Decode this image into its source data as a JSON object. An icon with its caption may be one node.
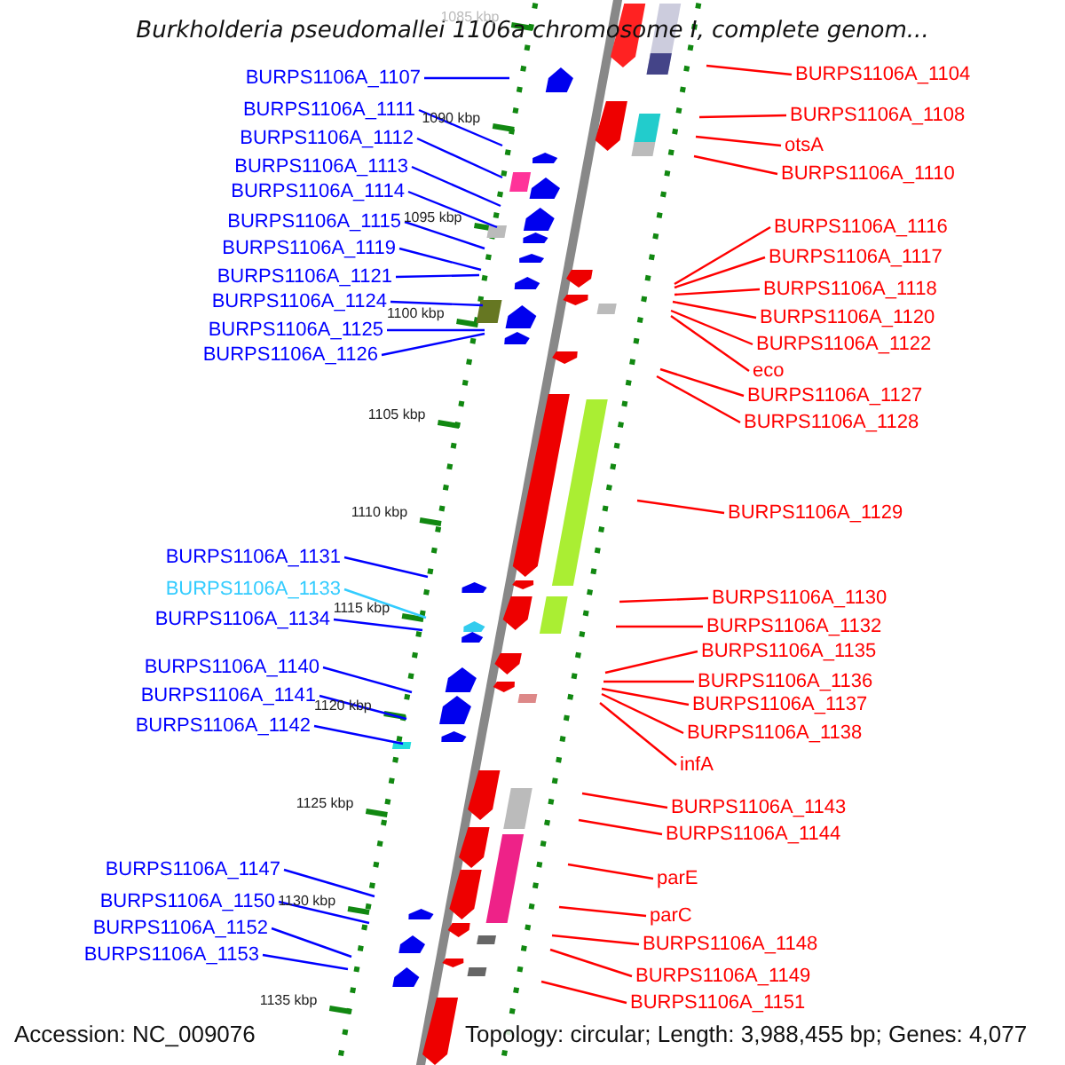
{
  "diagram": {
    "title": "Burkholderia pseudomallei 1106a chromosome I, complete genom...",
    "nodes": [
      {
        "text": [
          "BURPS1106A_1107"
        ]
      },
      {
        "text": [
          "BURPS1106A_1111"
        ]
      },
      {
        "text": [
          "BURPS1106A_1112"
        ]
      },
      {
        "text": [
          "BURPS1106A_1113"
        ]
      },
      {
        "text": [
          "BURPS1106A_1114"
        ]
      },
      {
        "text": [
          "BURPS1106A_1115"
        ]
      },
      {
        "text": [
          "BURPS1106A_1119"
        ]
      },
      {
        "text": [
          "BURPS1106A_1121"
        ]
      },
      {
        "text": [
          "BURPS1106A_1124"
        ]
      },
      {
        "text": [
          "BURPS1106A_1125"
        ]
      },
      {
        "text": [
          "BURPS1106A_1126"
        ]
      },
      {
        "text": [
          "BURPS1106A_1131"
        ]
      },
      {
        "text": [
          "BURPS1106A_1133"
        ]
      },
      {
        "text": [
          "BURPS1106A_1134"
        ]
      },
      {
        "text": [
          "BURPS1106A_1140"
        ]
      },
      {
        "text": [
          "BURPS1106A_1141"
        ]
      },
      {
        "text": [
          "BURPS1106A_1142"
        ]
      },
      {
        "text": [
          "BURPS1106A_1147"
        ]
      },
      {
        "text": [
          "BURPS1106A_1150"
        ]
      },
      {
        "text": [
          "BURPS1106A_1152"
        ]
      },
      {
        "text": [
          "BURPS1106A_1153"
        ]
      },
      {
        "text": [
          "BURPS1106A_1104"
        ]
      },
      {
        "text": [
          "BURPS1106A_1108"
        ]
      },
      {
        "text": [
          "otsA"
        ]
      },
      {
        "text": [
          "BURPS1106A_1110"
        ]
      },
      {
        "text": [
          "BURPS1106A_1116"
        ]
      },
      {
        "text": [
          "BURPS1106A_1117"
        ]
      },
      {
        "text": [
          "BURPS1106A_1118"
        ]
      },
      {
        "text": [
          "BURPS1106A_1120"
        ]
      },
      {
        "text": [
          "BURPS1106A_1122"
        ]
      },
      {
        "text": [
          "eco"
        ]
      },
      {
        "text": [
          "BURPS1106A_1127"
        ]
      },
      {
        "text": [
          "BURPS1106A_1128"
        ]
      },
      {
        "text": [
          "BURPS1106A_1129"
        ]
      },
      {
        "text": [
          "BURPS1106A_1130"
        ]
      },
      {
        "text": [
          "BURPS1106A_1132"
        ]
      },
      {
        "text": [
          "BURPS1106A_1135"
        ]
      },
      {
        "text": [
          "BURPS1106A_1136"
        ]
      },
      {
        "text": [
          "BURPS1106A_1137"
        ]
      },
      {
        "text": [
          "BURPS1106A_1138"
        ]
      },
      {
        "text": [
          "infA"
        ]
      },
      {
        "text": [
          "BURPS1106A_1143"
        ]
      },
      {
        "text": [
          "BURPS1106A_1144"
        ]
      },
      {
        "text": [
          "parE"
        ]
      },
      {
        "text": [
          "parC"
        ]
      },
      {
        "text": [
          "BURPS1106A_1148"
        ]
      },
      {
        "text": [
          "BURPS1106A_1149"
        ]
      },
      {
        "text": [
          "BURPS1106A_1151"
        ]
      }
    ],
    "edges": [
      {
        "from": 0,
        "to": null,
        "arrow": "none",
        "color": "#0000ff"
      },
      {
        "from": 1,
        "to": null,
        "arrow": "none",
        "color": "#0000ff"
      },
      {
        "from": 2,
        "to": null,
        "arrow": "none",
        "color": "#0000ff"
      },
      {
        "from": 3,
        "to": null,
        "arrow": "none",
        "color": "#0000ff"
      },
      {
        "from": 4,
        "to": null,
        "arrow": "none",
        "color": "#0000ff"
      },
      {
        "from": 5,
        "to": null,
        "arrow": "none",
        "color": "#0000ff"
      },
      {
        "from": 6,
        "to": null,
        "arrow": "none",
        "color": "#0000ff"
      },
      {
        "from": 7,
        "to": null,
        "arrow": "none",
        "color": "#0000ff"
      },
      {
        "from": 8,
        "to": null,
        "arrow": "none",
        "color": "#0000ff"
      },
      {
        "from": 9,
        "to": null,
        "arrow": "none",
        "color": "#0000ff"
      },
      {
        "from": 10,
        "to": null,
        "arrow": "none",
        "color": "#0000ff"
      },
      {
        "from": 11,
        "to": null,
        "arrow": "none",
        "color": "#0000ff"
      },
      {
        "from": 12,
        "to": null,
        "arrow": "none",
        "color": "#33ccff"
      },
      {
        "from": 13,
        "to": null,
        "arrow": "none",
        "color": "#0000ff"
      },
      {
        "from": 14,
        "to": null,
        "arrow": "none",
        "color": "#0000ff"
      },
      {
        "from": 15,
        "to": null,
        "arrow": "none",
        "color": "#0000ff"
      },
      {
        "from": 16,
        "to": null,
        "arrow": "none",
        "color": "#0000ff"
      },
      {
        "from": 17,
        "to": null,
        "arrow": "none",
        "color": "#0000ff"
      },
      {
        "from": 18,
        "to": null,
        "arrow": "none",
        "color": "#0000ff"
      },
      {
        "from": 19,
        "to": null,
        "arrow": "none",
        "color": "#0000ff"
      },
      {
        "from": 20,
        "to": null,
        "arrow": "none",
        "color": "#0000ff"
      },
      {
        "from": 21,
        "to": null,
        "arrow": "none"
      },
      {
        "from": 22,
        "to": null,
        "arrow": "none"
      },
      {
        "from": 23,
        "to": null,
        "arrow": "none"
      },
      {
        "from": 24,
        "to": null,
        "arrow": "none"
      },
      {
        "from": 25,
        "to": null,
        "arrow": "none"
      },
      {
        "from": 26,
        "to": null,
        "arrow": "none"
      },
      {
        "from": 27,
        "to": null,
        "arrow": "none"
      },
      {
        "from": 28,
        "to": null,
        "arrow": "none"
      },
      {
        "from": 29,
        "to": null,
        "arrow": "none"
      },
      {
        "from": 30,
        "to": null,
        "arrow": "none"
      },
      {
        "from": 31,
        "to": null,
        "arrow": "none"
      },
      {
        "from": 32,
        "to": null,
        "arrow": "none"
      },
      {
        "from": 33,
        "to": null,
        "arrow": "none"
      },
      {
        "from": 34,
        "to": null,
        "arrow": "none"
      },
      {
        "from": 35,
        "to": null,
        "arrow": "none"
      },
      {
        "from": 36,
        "to": null,
        "arrow": "none"
      },
      {
        "from": 37,
        "to": null,
        "arrow": "none"
      },
      {
        "from": 38,
        "to": null,
        "arrow": "none"
      },
      {
        "from": 39,
        "to": null,
        "arrow": "none"
      },
      {
        "from": 40,
        "to": null,
        "arrow": "none"
      },
      {
        "from": 41,
        "to": null,
        "arrow": "none"
      },
      {
        "from": 42,
        "to": null,
        "arrow": "none"
      },
      {
        "from": 43,
        "to": null,
        "arrow": "none"
      },
      {
        "from": 44,
        "to": null,
        "arrow": "none"
      },
      {
        "from": 45,
        "to": null,
        "arrow": "none"
      },
      {
        "from": 46,
        "to": null,
        "arrow": "none"
      },
      {
        "from": 47,
        "to": null,
        "arrow": "none"
      }
    ],
    "labels": [
      "1085 kbp",
      "1090 kbp",
      "1095 kbp",
      "1100 kbp",
      "1105 kbp",
      "1110 kbp",
      "1115 kbp",
      "1120 kbp",
      "1125 kbp",
      "1130 kbp",
      "1135 kbp",
      "Accession: NC_009076",
      "Topology: circular; Length: 3,988,455 bp; Genes: 4,077"
    ]
  }
}
